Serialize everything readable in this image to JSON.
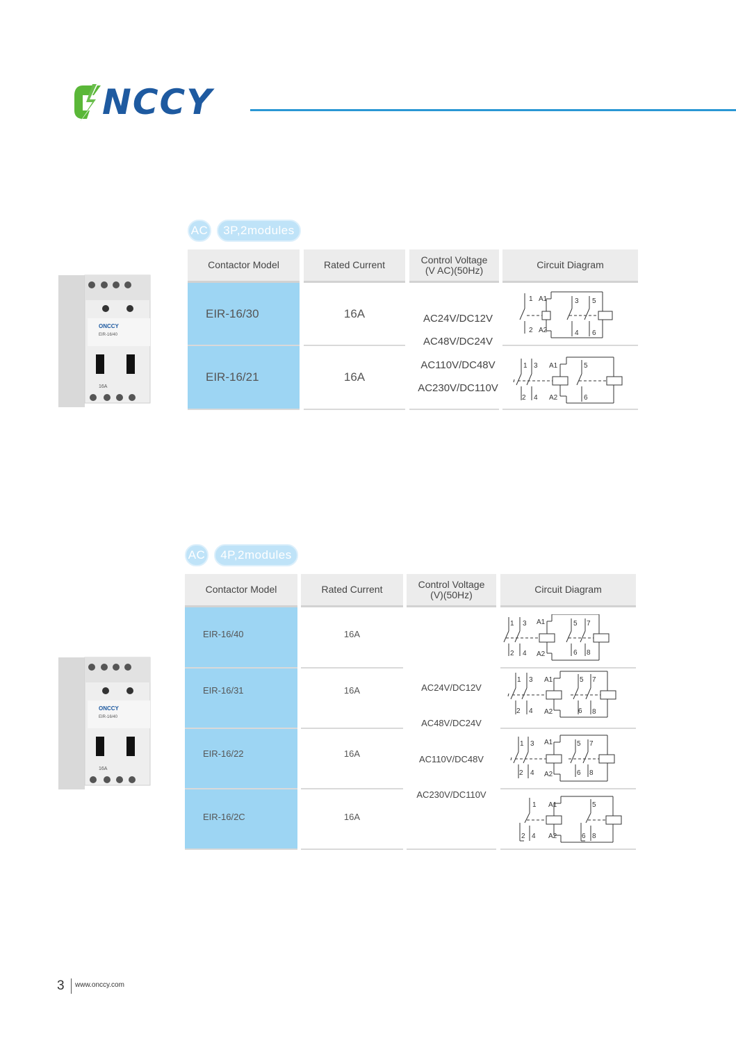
{
  "brand": {
    "name": "NCCY",
    "color": "#1e5aa0",
    "bolt_color": "#5ab738",
    "line_color": "#2a97d4"
  },
  "section1": {
    "badge_type": "AC",
    "badge_config": "3P,2modules",
    "headers": [
      "Contactor Model",
      "Rated Current",
      "Control Voltage\n(V AC)(50Hz)",
      "Circuit Diagram"
    ],
    "rows": [
      {
        "model": "EIR-16/30",
        "current": "16A"
      },
      {
        "model": "EIR-16/21",
        "current": "16A"
      }
    ],
    "voltages": [
      "AC24V/DC12V",
      "AC48V/DC24V",
      "AC110V/DC48V",
      "AC230V/DC110V"
    ]
  },
  "section2": {
    "badge_type": "AC",
    "badge_config": "4P,2modules",
    "headers": [
      "Contactor Model",
      "Rated Current",
      "Control Voltage\n(V)(50Hz)",
      "Circuit Diagram"
    ],
    "rows": [
      {
        "model": "EIR-16/40",
        "current": "16A"
      },
      {
        "model": "EIR-16/31",
        "current": "16A"
      },
      {
        "model": "EIR-16/22",
        "current": "16A"
      },
      {
        "model": "EIR-16/2C",
        "current": "16A"
      }
    ],
    "voltages": [
      "AC24V/DC12V",
      "AC48V/DC24V",
      "AC110V/DC48V",
      "AC230V/DC110V"
    ]
  },
  "diagram_labels": {
    "d30": [
      "1",
      "A1",
      "3",
      "5",
      "2",
      "A2",
      "4",
      "6"
    ],
    "d21": [
      "1",
      "3",
      "A1",
      "5",
      "2",
      "4",
      "A2",
      "6"
    ],
    "d40": [
      "1",
      "3",
      "A1",
      "5",
      "7",
      "2",
      "4",
      "A2",
      "6",
      "8"
    ],
    "d31": [
      "1",
      "3",
      "A1",
      "5",
      "7",
      "2",
      "4",
      "A2",
      "6",
      "8"
    ],
    "d22": [
      "1",
      "3",
      "A1",
      "5",
      "7",
      "2",
      "4",
      "A2",
      "6",
      "8"
    ],
    "d2c": [
      "1",
      "A1",
      "5",
      "2",
      "4",
      "A2",
      "6",
      "8"
    ]
  },
  "product_labels": {
    "brand": "ONCCY",
    "model": "EIR-16/40",
    "rating": "16A"
  },
  "footer": {
    "page": "3",
    "url": "www.onccy.com"
  }
}
